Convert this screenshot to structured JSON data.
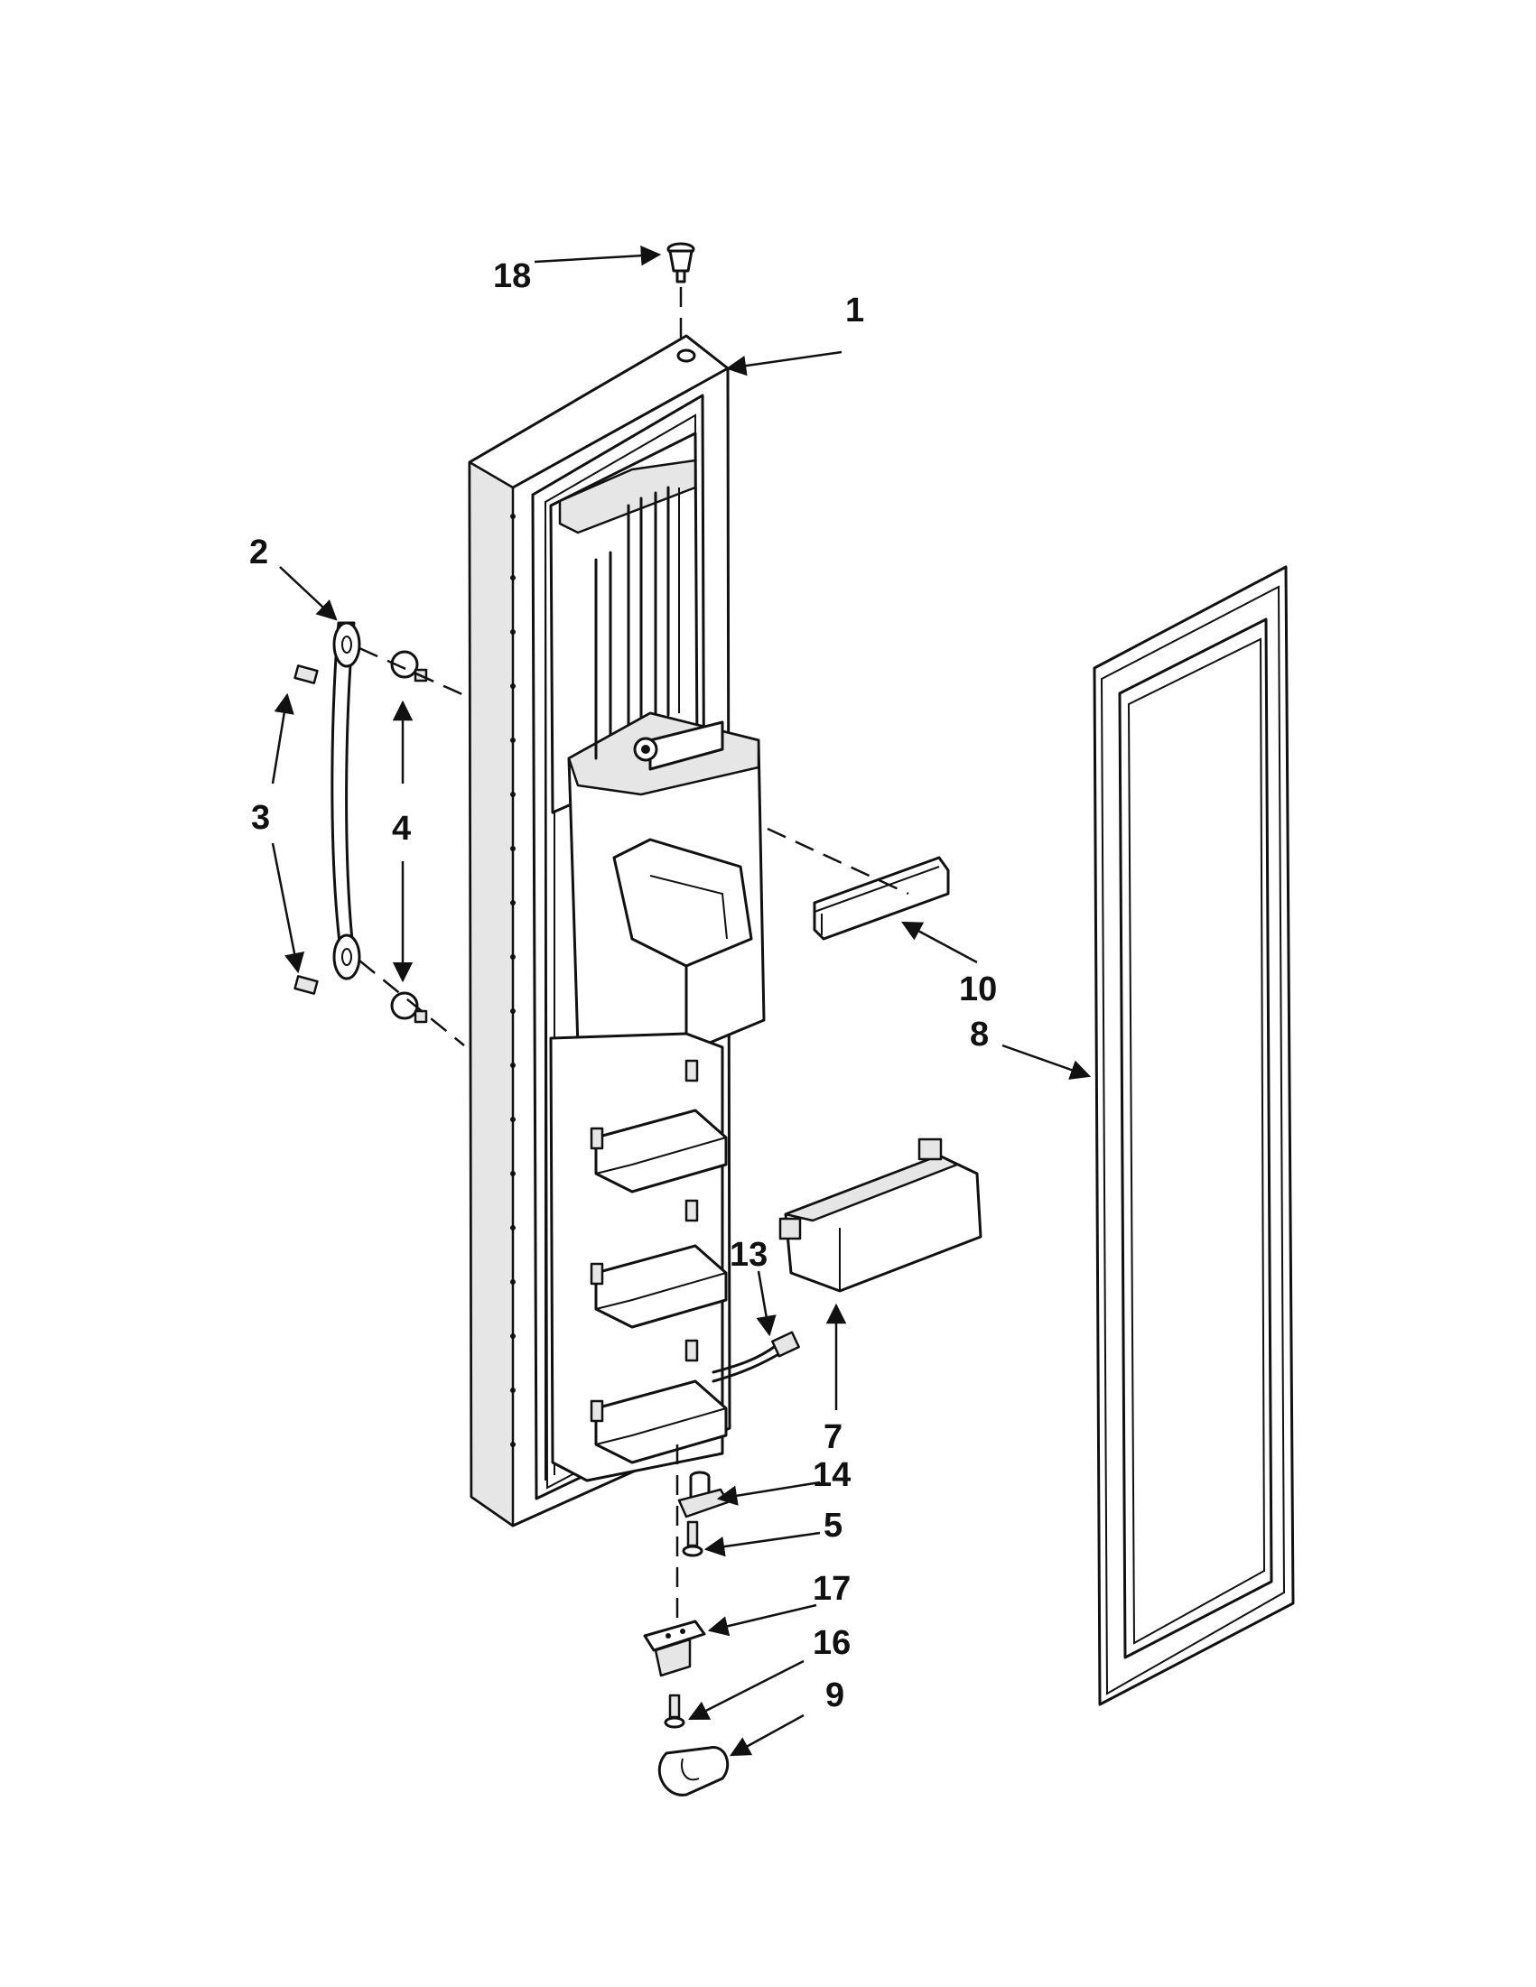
{
  "callouts": {
    "c1": "1",
    "c2": "2",
    "c3": "3",
    "c4": "4",
    "c5": "5",
    "c7": "7",
    "c8": "8",
    "c9": "9",
    "c10": "10",
    "c13": "13",
    "c14": "14",
    "c16": "16",
    "c17": "17",
    "c18": "18"
  }
}
